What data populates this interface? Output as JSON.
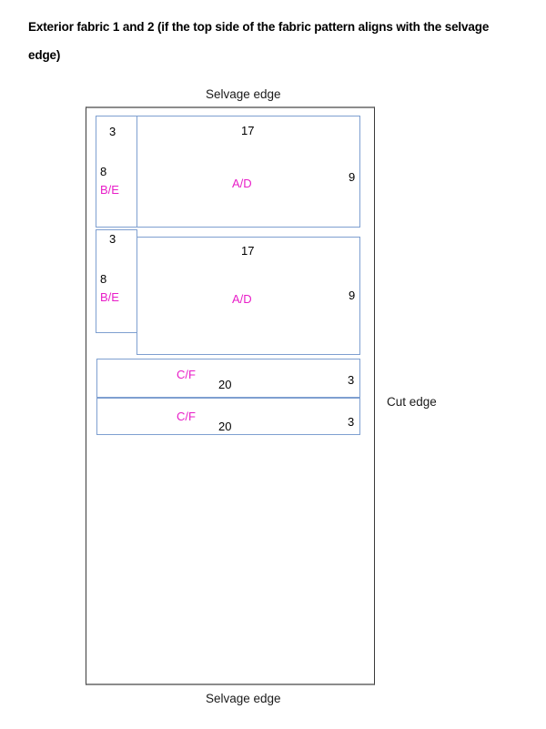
{
  "title": "Exterior fabric 1 and 2 (if the top side of the fabric pattern aligns with the selvage edge)",
  "edges": {
    "top": "Selvage edge",
    "bottom": "Selvage edge",
    "right": "Cut edge"
  },
  "colors": {
    "piece_border": "#7e9fd0",
    "piece_name": "#e81ec8",
    "dimension": "#000000",
    "fabric_border": "#3a3a3a"
  },
  "pieces": [
    {
      "id": "be-1",
      "name": "B/E",
      "width": "3",
      "height": "8"
    },
    {
      "id": "ad-1",
      "name": "A/D",
      "width": "17",
      "height": "9"
    },
    {
      "id": "be-2",
      "name": "B/E",
      "width": "3",
      "height": "8"
    },
    {
      "id": "ad-2",
      "name": "A/D",
      "width": "17",
      "height": "9"
    },
    {
      "id": "cf-1",
      "name": "C/F",
      "width": "20",
      "height": "3"
    },
    {
      "id": "cf-2",
      "name": "C/F",
      "width": "20",
      "height": "3"
    }
  ]
}
